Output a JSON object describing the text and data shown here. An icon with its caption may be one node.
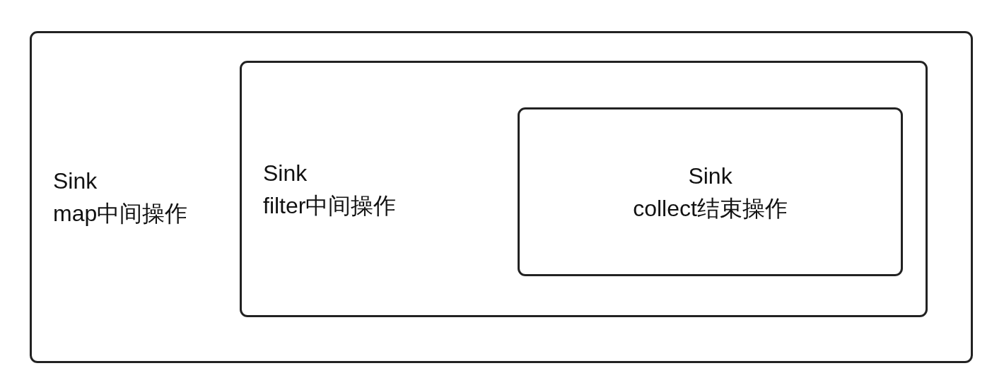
{
  "diagram": {
    "nodes": [
      {
        "text": [
          "Sink",
          "map中间操作"
        ]
      },
      {
        "text": [
          "Sink",
          "filter中间操作"
        ],
        "in": 0
      },
      {
        "text": [
          "Sink",
          "collect结束操作"
        ],
        "in": 1
      }
    ]
  }
}
